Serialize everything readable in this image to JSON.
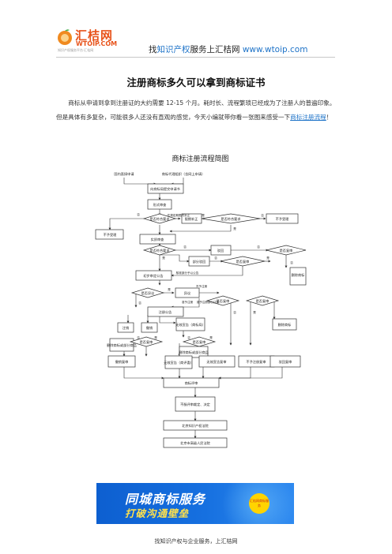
{
  "header": {
    "logo_cn": "汇桔网",
    "logo_en": "WTOIP.COM",
    "logo_sub": "知识产权服务平台·汇桔网",
    "tagline_pre": "找",
    "tagline_hl1": "知识产权",
    "tagline_mid": "服务上汇桔网 ",
    "tagline_url": "www.wtoip.com",
    "colors": {
      "brand": "#e8541c",
      "link": "#1e73c8"
    }
  },
  "article": {
    "title": "注册商标多久可以拿到商标证书",
    "para_text": "商标从申请到拿到注册证的大约需要 12-15 个月。耗时长、流程繁琐已经成为了注册人的普遍印象。但是具体有多复杂，可能很多人还没有直观的感觉，今天小编就带你看一张图来感受一下",
    "para_link": "商标注册流程",
    "para_end": "！"
  },
  "flowchart": {
    "title": "商标注册流程简图",
    "nodes": {
      "self": "国内直接申请",
      "agent": "商标代理组织（含网上申请）",
      "submit": "向商标局提交申请书",
      "formal": "形式审查",
      "q1": "是否符合要求",
      "notice": "限期补正",
      "q2": "是否符合要求",
      "reject1": "不予受理",
      "reject2": "不予受理",
      "substantive": "实质审查",
      "q3": "是否符合要求",
      "refuse": "驳回",
      "q_review1": "是否复审",
      "partial": "部分驳回",
      "q_review2": "是否复审",
      "delete": "删除商标",
      "prelim": "初步审定公告",
      "q_oppose": "是否异议",
      "opposition": "异议",
      "q_ruling": "是否裁定",
      "q_review3": "是否复审",
      "q_review4": "是否复审",
      "registered": "注册公告",
      "revoke": "撤销",
      "invalid": "无效宣告（商标局）",
      "deregister": "注销",
      "keep_part": "删除商标或部分商品",
      "del_part": "删除商标或部分商品",
      "q_r5": "是否复审",
      "q_r6": "是否复审",
      "inval2": "无效宣告（商评委）",
      "revoke_review": "撤销复审",
      "invalid_review": "无效宣告复审",
      "nreg_review": "不予注册复审",
      "refuse_review": "驳回复审",
      "delete2": "删除商标",
      "tm_board": "商标评审",
      "q_court": "不服评审裁定、决定",
      "court1": "北京知识产权法院",
      "court2": "北京市高级人民法院"
    },
    "labels": {
      "no": "否",
      "yes": "是",
      "pass": "通过",
      "fail": "未通过",
      "half_ok": "是否符合",
      "publish_notice": "核准部分予以公告",
      "not_registered": "不予注册",
      "approve_reg": "准予注册",
      "partial_approve": "部分注册",
      "approve_pub": "准予注册",
      "not_approve": "准予注册部分注册",
      "not_approve_pub": "不予注册公告",
      "supp": "在规定期限内补正"
    }
  },
  "banner": {
    "line1": "同城商标服务",
    "line2": "打破沟通壁垒",
    "badge": "汇桔网商标服务"
  },
  "footer": {
    "text": "找知识产权与企业服务，上汇桔网"
  }
}
